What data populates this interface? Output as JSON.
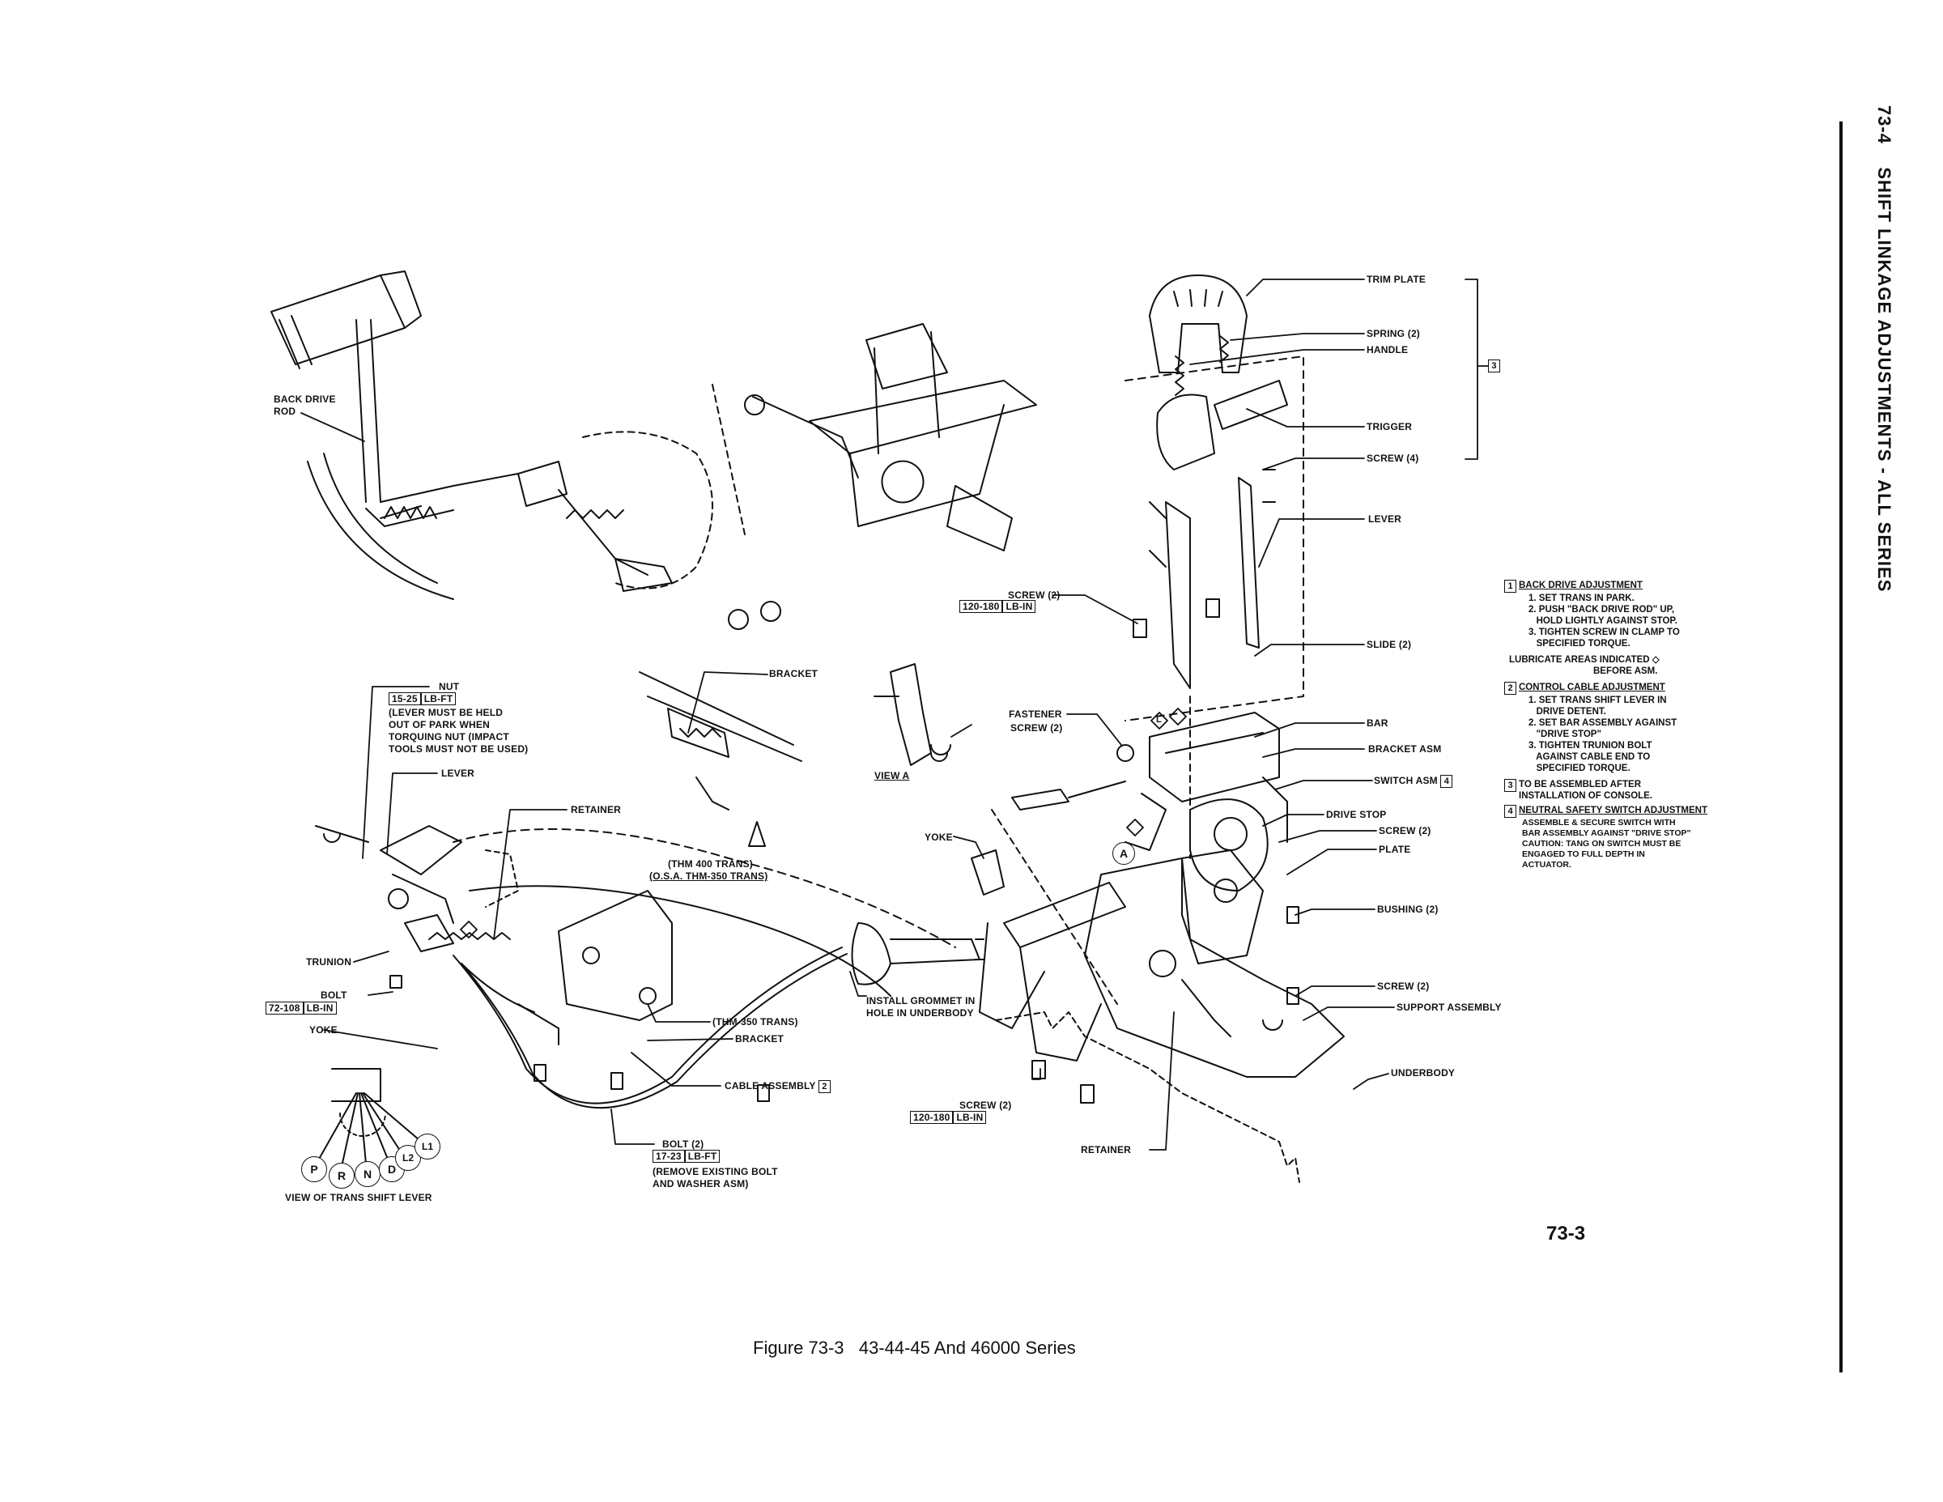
{
  "side_header": {
    "section": "73-4",
    "title": "SHIFT LINKAGE ADJUSTMENTS - ALL SERIES",
    "box": "3"
  },
  "page_number": "73-3",
  "caption": "Figure 73-3   43-44-45 And 46000 Series",
  "labels": {
    "back_drive_rod": "BACK DRIVE\nROD",
    "nut": "NUT",
    "nut_torque": "15-25",
    "nut_unit": "LB-FT",
    "nut_note": "(LEVER MUST BE HELD\nOUT OF PARK WHEN\nTORQUING NUT (IMPACT\nTOOLS MUST NOT BE USED)",
    "lever_left": "LEVER",
    "retainer_left": "RETAINER",
    "bracket_top": "BRACKET",
    "thm400": "(THM 400 TRANS)",
    "osa": "(O.S.A. THM-350 TRANS)",
    "trunion": "TRUNION",
    "bolt_left": "BOLT",
    "bolt_left_torque": "72-108",
    "bolt_left_unit": "LB-IN",
    "yoke_left": "YOKE",
    "thm350": "(THM-350 TRANS)",
    "bracket_bottom": "BRACKET",
    "cable_assembly": "CABLE ASSEMBLY",
    "cable_box": "2",
    "bolt2": "BOLT (2)",
    "bolt2_torque": "17-23",
    "bolt2_unit": "LB-FT",
    "bolt2_note": "(REMOVE EXISTING BOLT\nAND WASHER ASM)",
    "view_trans": "VIEW OF TRANS SHIFT LEVER",
    "view_a": "VIEW A",
    "yoke_mid": "YOKE",
    "grommet": "INSTALL GROMMET IN\nHOLE IN UNDERBODY",
    "screw2_bottom": "SCREW (2)",
    "screw2_bottom_torque": "120-180",
    "screw2_bottom_unit": "LB-IN",
    "retainer_bottom": "RETAINER",
    "screw2_top": "SCREW (2)",
    "screw2_top_torque": "120-180",
    "screw2_top_unit": "LB-IN",
    "fastener": "FASTENER",
    "screw2_fast": "SCREW (2)",
    "trim_plate": "TRIM PLATE",
    "spring2": "SPRING (2)",
    "handle": "HANDLE",
    "trigger": "TRIGGER",
    "screw4": "SCREW (4)",
    "lever_right": "LEVER",
    "slide2": "SLIDE (2)",
    "bar": "BAR",
    "bracket_asm": "BRACKET ASM",
    "switch_asm": "SWITCH ASM",
    "switch_box": "4",
    "drive_stop": "DRIVE STOP",
    "screw2_plate": "SCREW (2)",
    "plate": "PLATE",
    "bushing2": "BUSHING (2)",
    "screw2_support": "SCREW (2)",
    "support_assembly": "SUPPORT ASSEMBLY",
    "underbody": "UNDERBODY",
    "circle_a": "A",
    "lube_mark": "L"
  },
  "gear_positions": [
    "P",
    "R",
    "N",
    "D",
    "L2",
    "L1"
  ],
  "notes": {
    "n1_num": "1",
    "n1_title": "BACK DRIVE ADJUSTMENT",
    "n1_steps": [
      "1. SET TRANS IN PARK.",
      "2. PUSH \"BACK DRIVE ROD\" UP,\n   HOLD LIGHTLY AGAINST STOP.",
      "3. TIGHTEN SCREW IN CLAMP TO\n   SPECIFIED TORQUE."
    ],
    "lube": "LUBRICATE AREAS INDICATED",
    "lube2": "BEFORE ASM.",
    "n2_num": "2",
    "n2_title": "CONTROL CABLE ADJUSTMENT",
    "n2_steps": [
      "1. SET TRANS SHIFT LEVER IN\n   DRIVE DETENT.",
      "2. SET BAR ASSEMBLY AGAINST\n   \"DRIVE STOP\"",
      "3. TIGHTEN TRUNION BOLT\n   AGAINST CABLE END TO\n   SPECIFIED TORQUE."
    ],
    "n3_num": "3",
    "n3_text": "TO BE ASSEMBLED AFTER\nINSTALLATION OF CONSOLE.",
    "n4_num": "4",
    "n4_title": "NEUTRAL SAFETY SWITCH ADJUSTMENT",
    "n4_text": "ASSEMBLE & SECURE SWITCH WITH\nBAR ASSEMBLY AGAINST \"DRIVE STOP\"\nCAUTION: TANG ON SWITCH MUST BE\nENGAGED TO FULL DEPTH IN\nACTUATOR."
  }
}
